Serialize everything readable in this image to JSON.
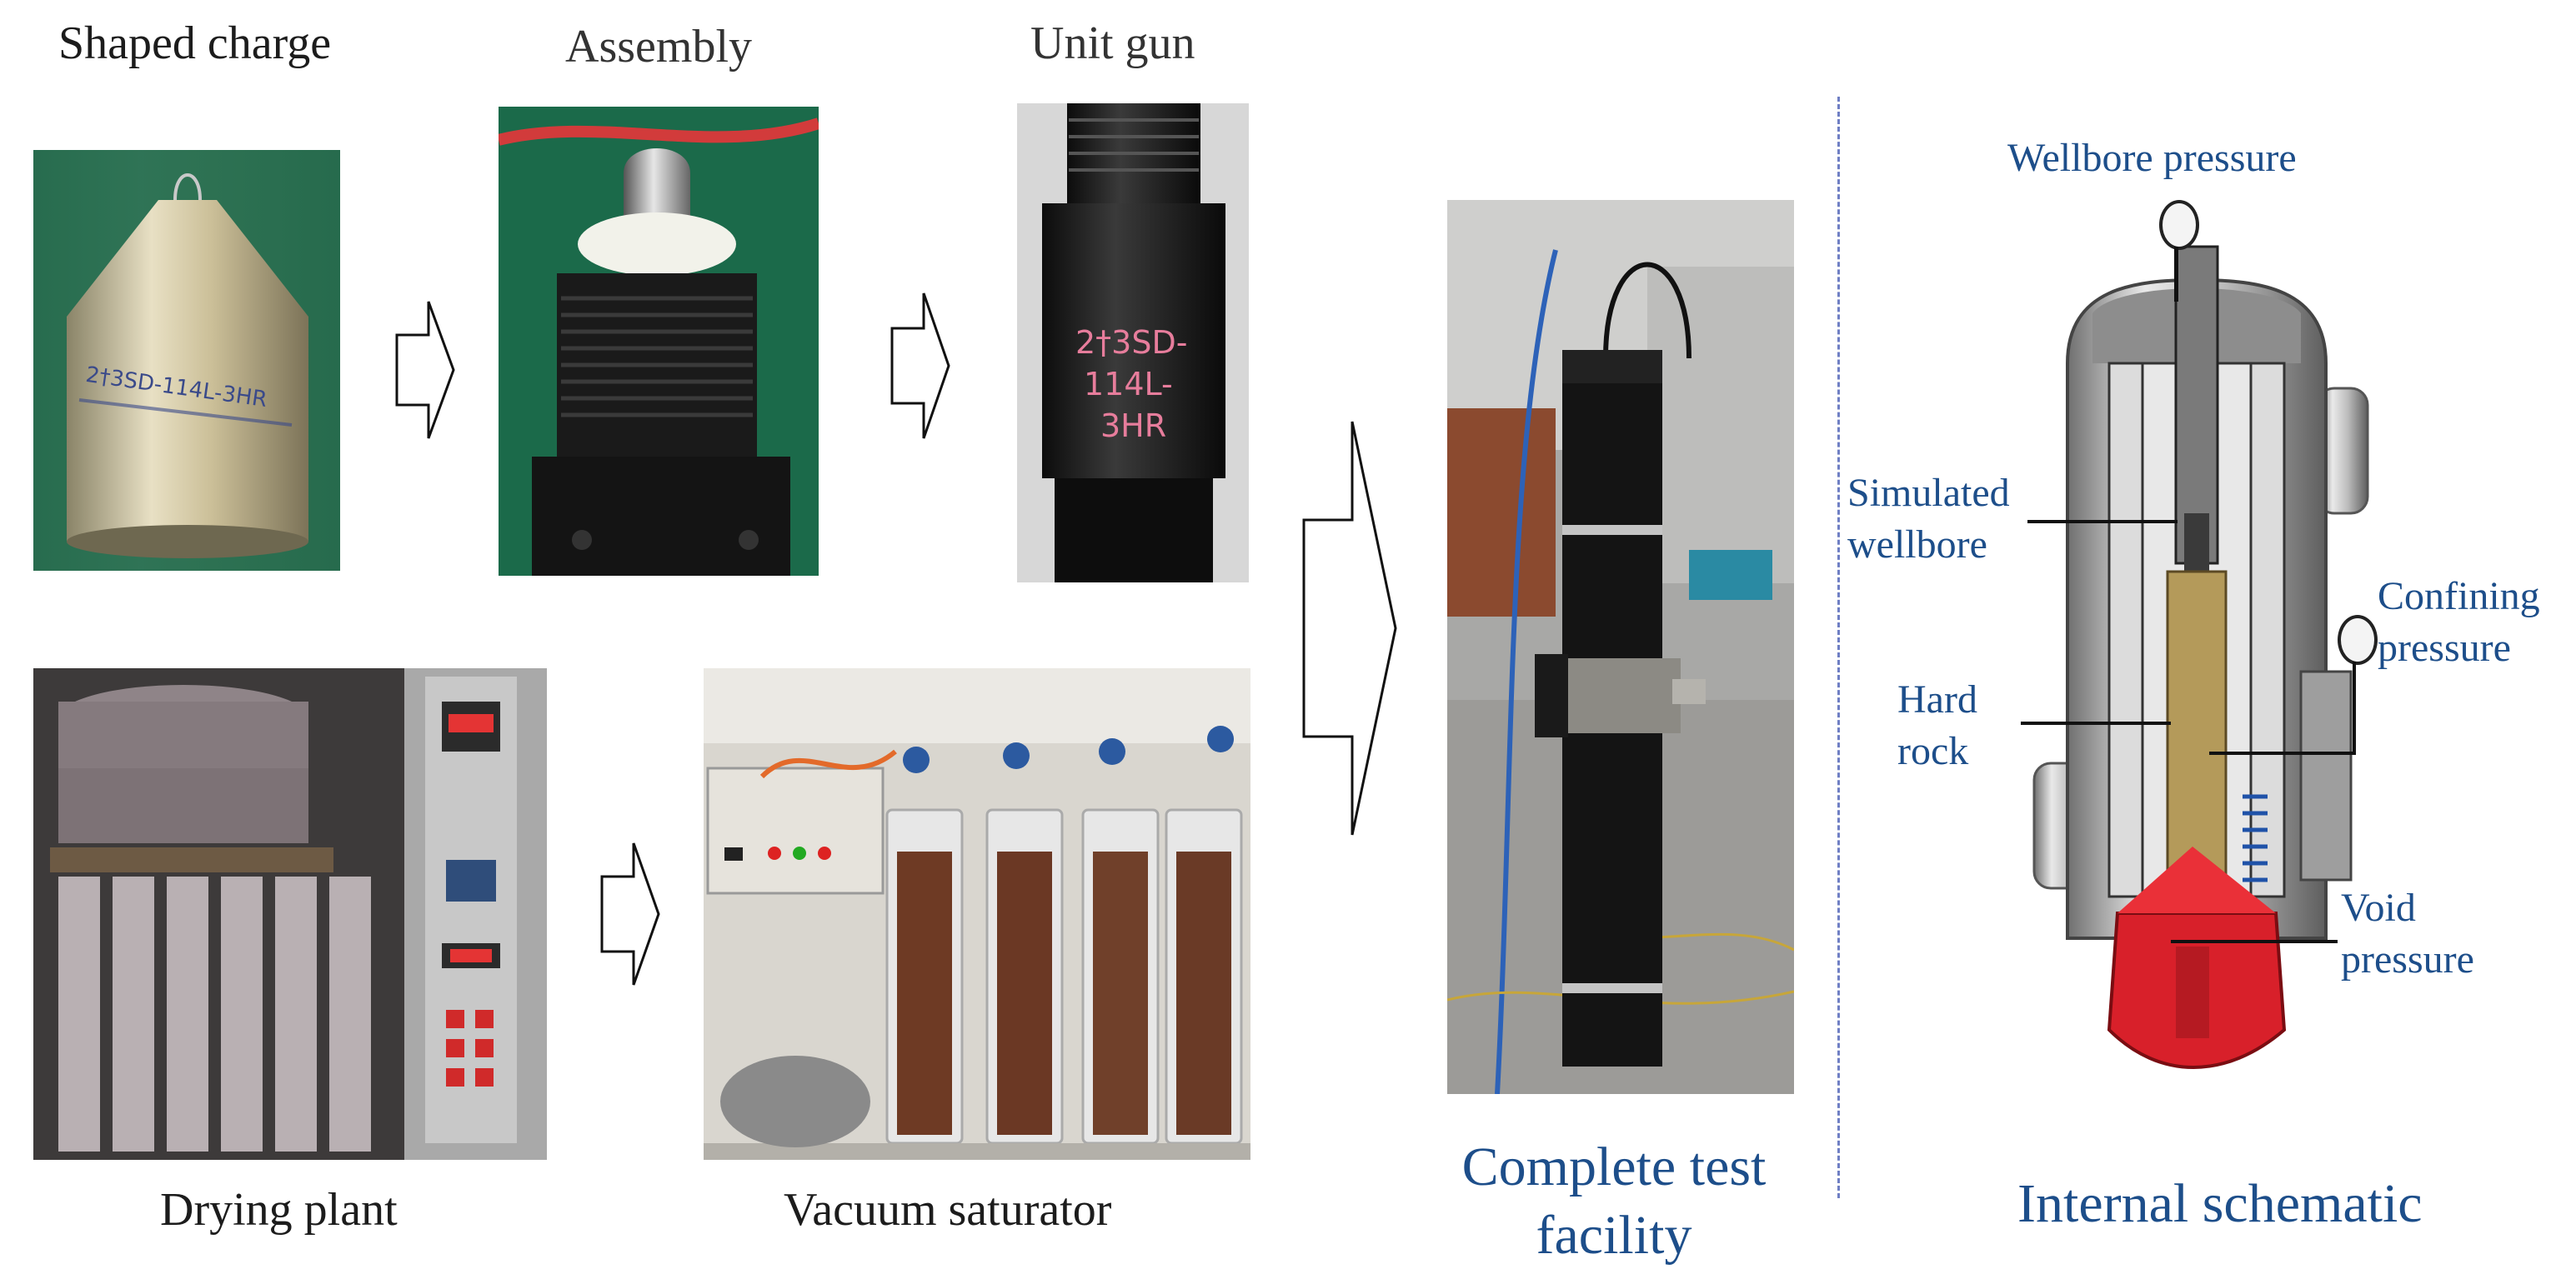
{
  "labels": {
    "shaped_charge": "Shaped charge",
    "assembly": "Assembly",
    "unit_gun": "Unit gun",
    "drying_plant": "Drying plant",
    "vacuum_saturator": "Vacuum saturator",
    "complete_test_line1": "Complete test",
    "complete_test_line2": "facility",
    "internal_schematic": "Internal schematic"
  },
  "schematic_labels": {
    "wellbore_pressure": "Wellbore pressure",
    "simulated_line1": "Simulated",
    "simulated_line2": "wellbore",
    "confining_line1": "Confining",
    "confining_line2": "pressure",
    "hard_line1": "Hard",
    "hard_line2": "rock",
    "void_line1": "Void",
    "void_line2": "pressure"
  },
  "photo_markings": {
    "charge_marking": "2†3SD-114L-3HR",
    "gun_marking_line1": "2†3SD-",
    "gun_marking_line2": "114L-",
    "gun_marking_line3": "3HR"
  },
  "colors": {
    "dark_text": "#1c1c1c",
    "schematic_text": "#1d4e8a",
    "divider": "#6f7fc4",
    "valve_red": "#d8202a",
    "rock_core": "#b49a5a"
  }
}
